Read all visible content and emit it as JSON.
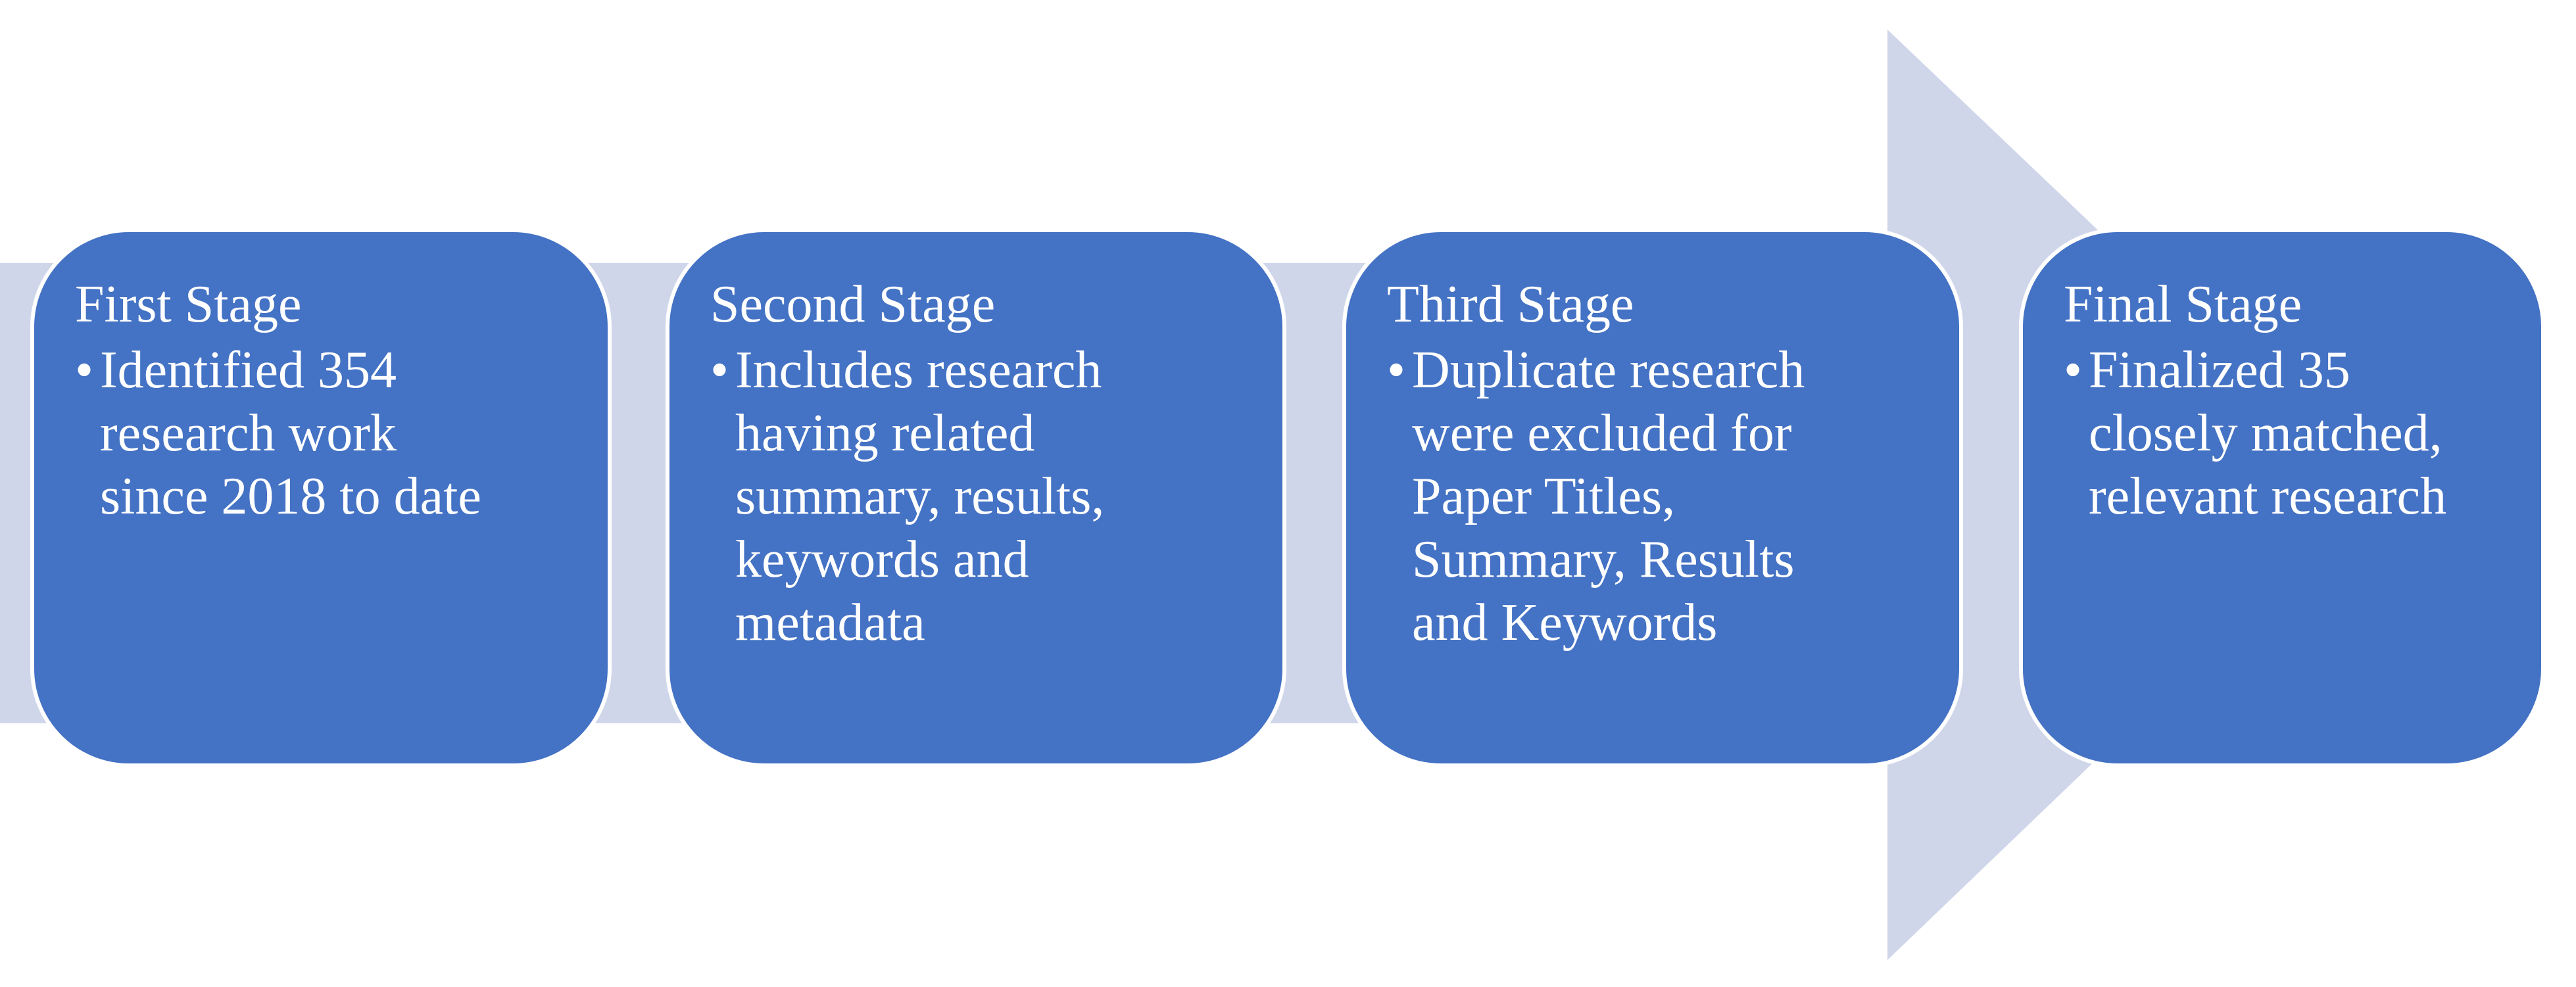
{
  "colors": {
    "arrow": "#d0d6ea",
    "box": "#4472c4",
    "box_border": "#ffffff",
    "text": "#ffffff"
  },
  "stages": [
    {
      "title": "First Stage",
      "bullet": "Identified 354\nresearch work\nsince 2018 to date"
    },
    {
      "title": "Second Stage",
      "bullet": "Includes research\nhaving related\nsummary, results,\nkeywords and\nmetadata"
    },
    {
      "title": "Third Stage",
      "bullet": "Duplicate research\nwere excluded for\nPaper Titles,\nSummary, Results\nand Keywords"
    },
    {
      "title": "Final Stage",
      "bullet": "Finalized 35\nclosely matched,\nrelevant research"
    }
  ]
}
